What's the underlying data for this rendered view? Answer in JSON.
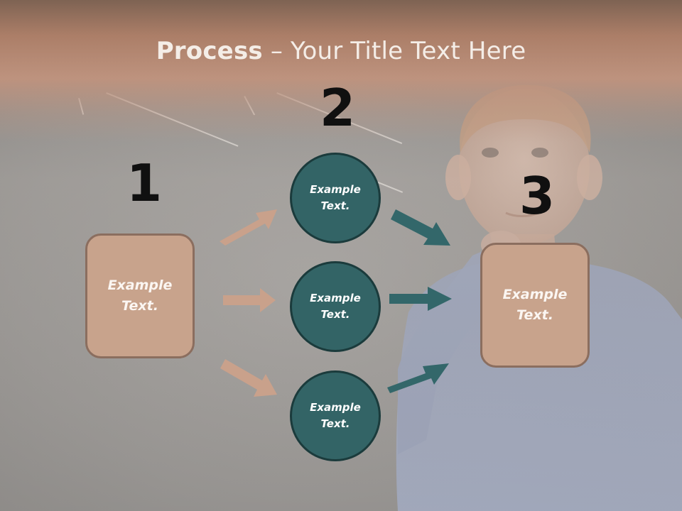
{
  "title": {
    "bold": "Process",
    "rest": " – Your Title Text Here"
  },
  "step_numbers": [
    "1",
    "2",
    "3"
  ],
  "boxes": {
    "left": "Example Text.",
    "right": "Example Text."
  },
  "circles": [
    "Example Text.",
    "Example Text.",
    "Example Text."
  ],
  "colors": {
    "box_fill": "#c8a38c",
    "box_border": "#8b6e5f",
    "circle_fill": "#336466",
    "circle_border": "#1b3b3c",
    "arrow_left": "#c9a18b",
    "arrow_right": "#33676a",
    "title_band": "#b98b75"
  }
}
